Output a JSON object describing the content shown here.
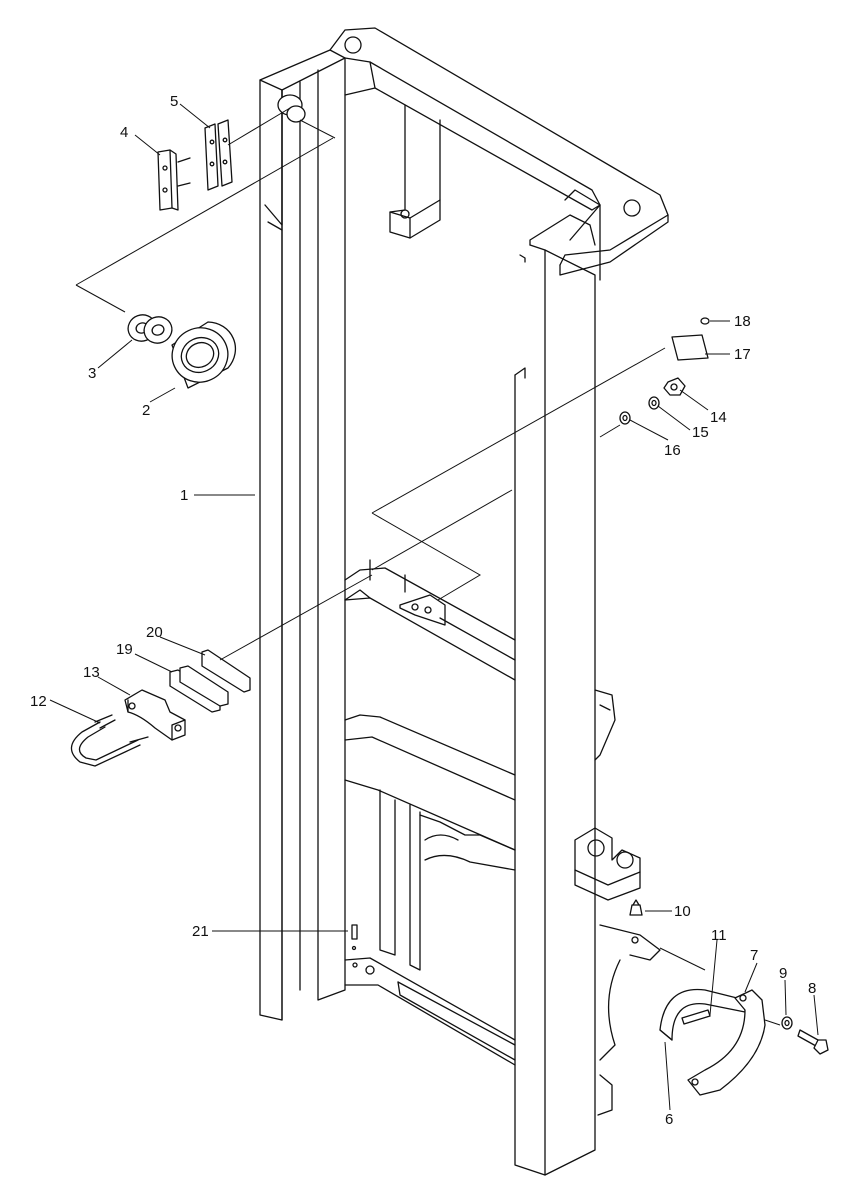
{
  "callouts": [
    {
      "id": "c1",
      "text": "1"
    },
    {
      "id": "c2",
      "text": "2"
    },
    {
      "id": "c3",
      "text": "3"
    },
    {
      "id": "c4",
      "text": "4"
    },
    {
      "id": "c5",
      "text": "5"
    },
    {
      "id": "c6",
      "text": "6"
    },
    {
      "id": "c7",
      "text": "7"
    },
    {
      "id": "c8",
      "text": "8"
    },
    {
      "id": "c9",
      "text": "9"
    },
    {
      "id": "c10",
      "text": "10"
    },
    {
      "id": "c11",
      "text": "11"
    },
    {
      "id": "c12",
      "text": "12"
    },
    {
      "id": "c13",
      "text": "13"
    },
    {
      "id": "c14",
      "text": "14"
    },
    {
      "id": "c15",
      "text": "15"
    },
    {
      "id": "c16",
      "text": "16"
    },
    {
      "id": "c17",
      "text": "17"
    },
    {
      "id": "c18",
      "text": "18"
    },
    {
      "id": "c19",
      "text": "19"
    },
    {
      "id": "c20",
      "text": "20"
    },
    {
      "id": "c21",
      "text": "21"
    }
  ]
}
